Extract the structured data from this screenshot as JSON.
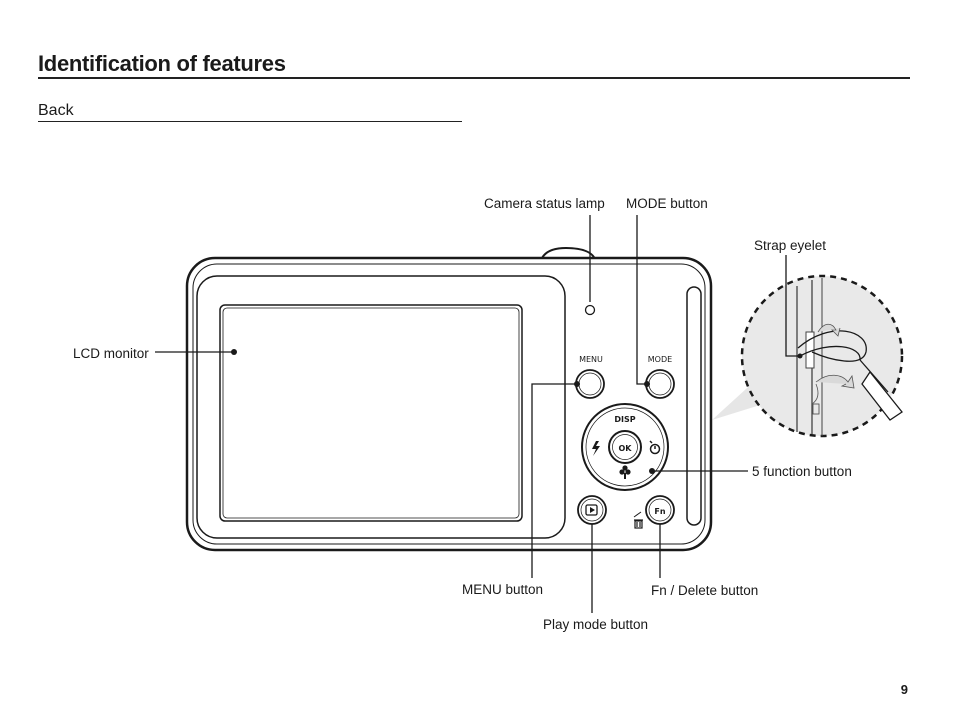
{
  "page": {
    "title": "Identification of features",
    "section": "Back",
    "page_number": "9"
  },
  "camera": {
    "button_labels": {
      "menu": "MENU",
      "mode": "MODE",
      "disp": "DISP",
      "ok": "OK",
      "fn": "Fn"
    }
  },
  "callouts": {
    "camera_status_lamp": "Camera status lamp",
    "mode_button": "MODE button",
    "strap_eyelet": "Strap eyelet",
    "lcd_monitor": "LCD monitor",
    "five_function_button": "5 function button",
    "menu_button": "MENU button",
    "fn_delete_button": "Fn / Delete button",
    "play_mode_button": "Play mode button"
  },
  "colors": {
    "outline": "#1a1a1a",
    "inset_fill": "#e9e9e9"
  }
}
